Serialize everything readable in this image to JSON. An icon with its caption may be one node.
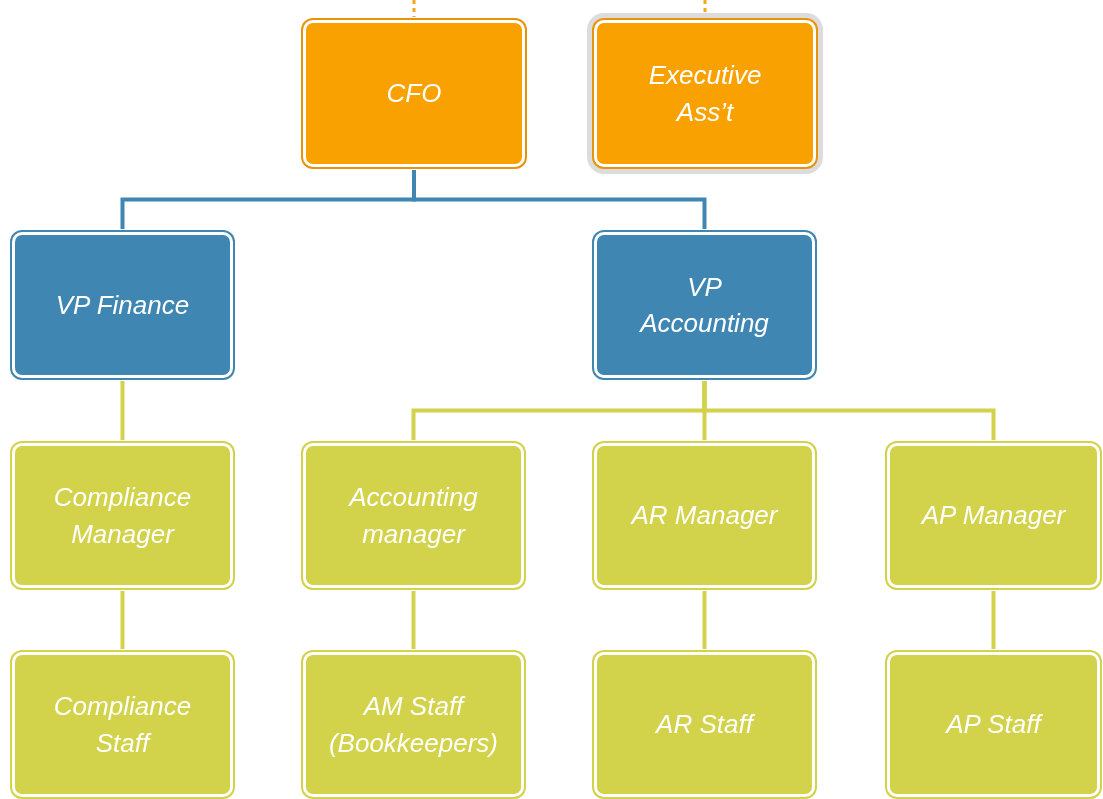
{
  "diagram": {
    "nodes": [
      {
        "text": [
          "CFO"
        ]
      },
      {
        "text": [
          "Executive Ass’t"
        ]
      },
      {
        "text": [
          "VP Finance"
        ]
      },
      {
        "text": [
          "VP Accounting"
        ]
      },
      {
        "text": [
          "Compliance Manager"
        ]
      },
      {
        "text": [
          "Accounting manager"
        ]
      },
      {
        "text": [
          "AR Manager"
        ]
      },
      {
        "text": [
          "AP Manager"
        ]
      },
      {
        "text": [
          "Compliance Staff"
        ]
      },
      {
        "text": [
          "AM Staff (Bookkeepers)"
        ]
      },
      {
        "text": [
          "AR Staff"
        ]
      },
      {
        "text": [
          "AP Staff"
        ]
      }
    ],
    "edges": [
      {
        "from": null,
        "to": 0,
        "arrow": "none",
        "style": "dashed",
        "color": "#f5a623"
      },
      {
        "from": null,
        "to": 1,
        "arrow": "none",
        "style": "dashed",
        "color": "#f5a623"
      },
      {
        "from": 0,
        "to": 2,
        "arrow": "none",
        "color": "#3f86b3"
      },
      {
        "from": 0,
        "to": 3,
        "arrow": "none",
        "color": "#3f86b3"
      },
      {
        "from": 2,
        "to": 4,
        "arrow": "none"
      },
      {
        "from": 3,
        "to": 5,
        "arrow": "none"
      },
      {
        "from": 3,
        "to": 6,
        "arrow": "none"
      },
      {
        "from": 3,
        "to": 7,
        "arrow": "none"
      },
      {
        "from": 4,
        "to": 8,
        "arrow": "none"
      },
      {
        "from": 5,
        "to": 9,
        "arrow": "none"
      },
      {
        "from": 6,
        "to": 10,
        "arrow": "none"
      },
      {
        "from": 7,
        "to": 11,
        "arrow": "none"
      }
    ]
  }
}
